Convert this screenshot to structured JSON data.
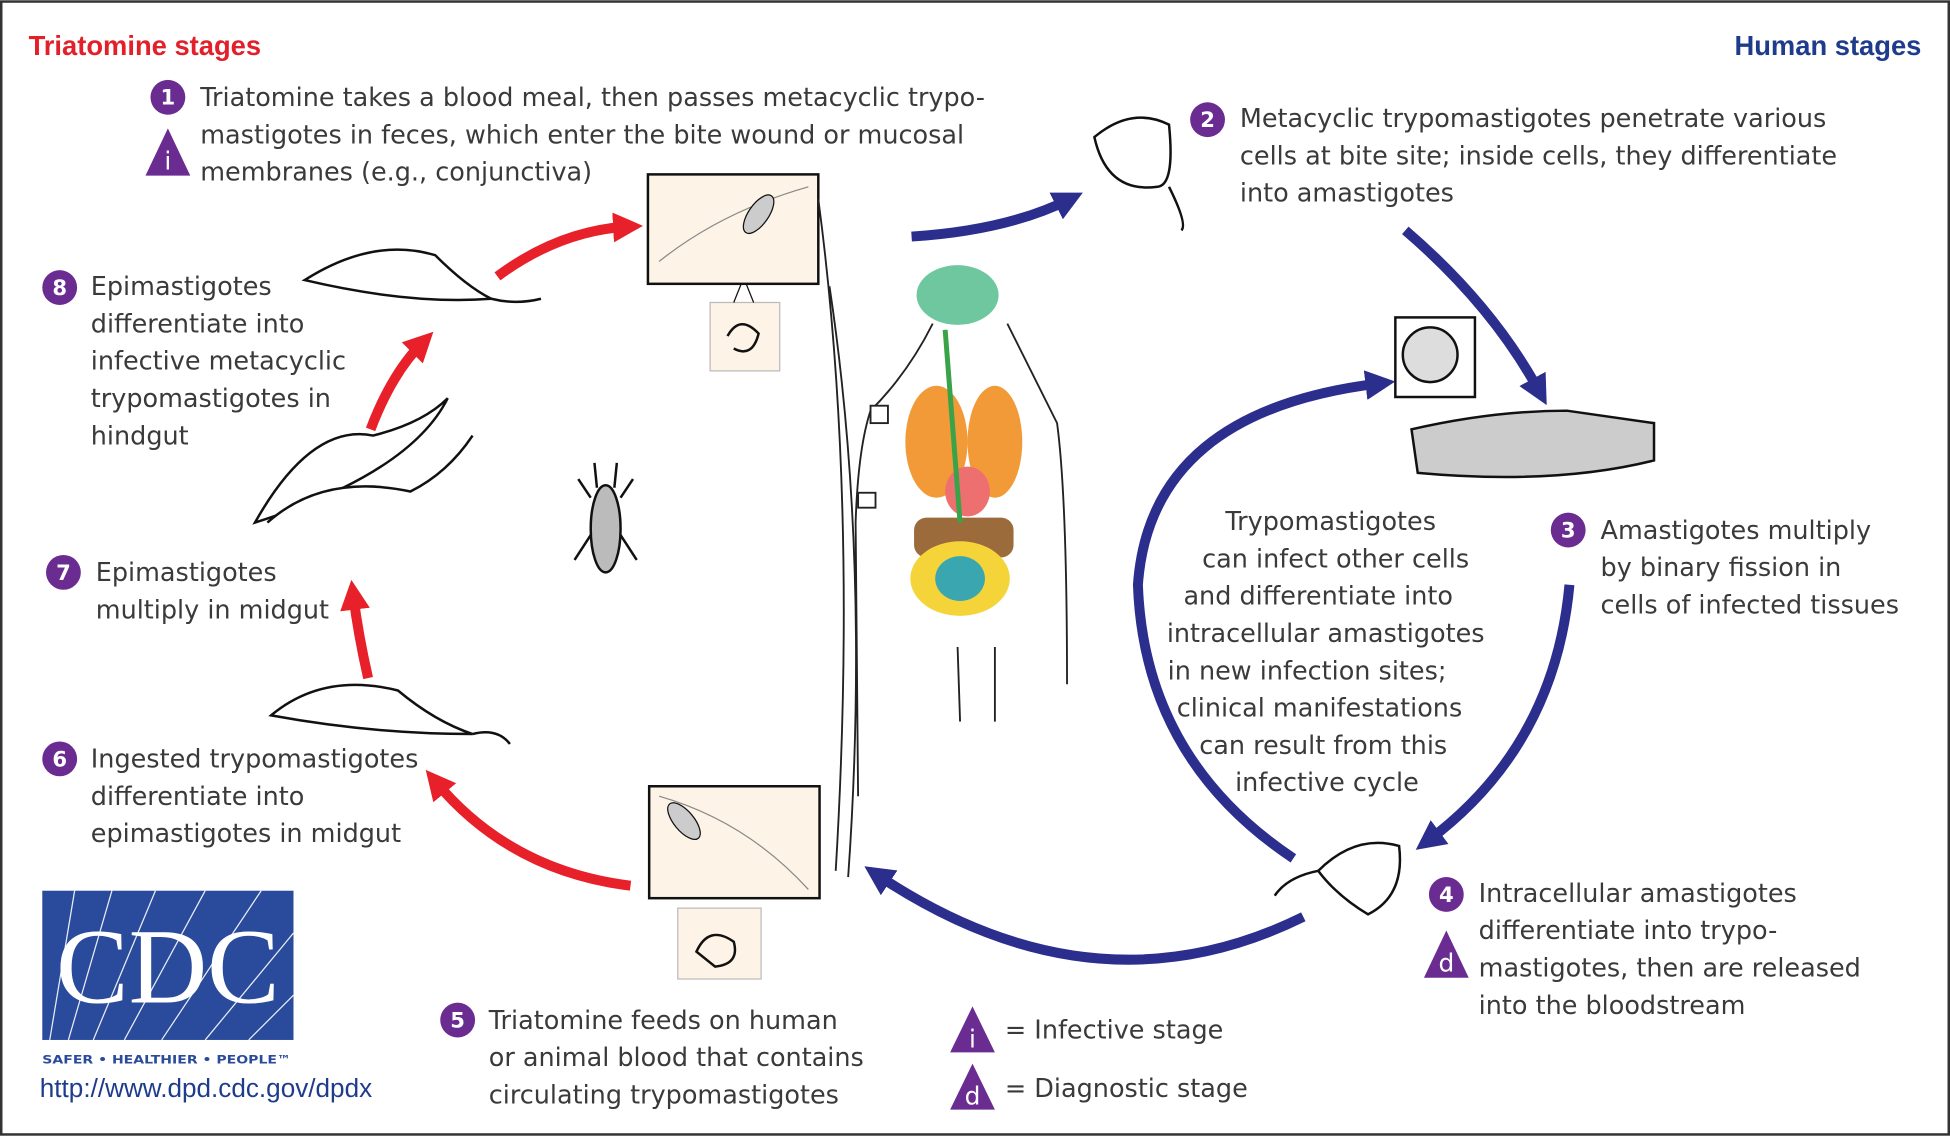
{
  "headers": {
    "triatomine": "Triatomine stages",
    "human": "Human stages"
  },
  "colors": {
    "triatomine": "#e3202a",
    "human": "#1f3c8c",
    "step_badge": "#6a2c91",
    "red_arrow": "#e8202a",
    "blue_arrow": "#2b2e8c"
  },
  "steps": [
    {
      "number": "1",
      "marker": "i",
      "lines": [
        "Triatomine takes a blood meal, then passes metacyclic trypo-",
        "mastigotes in feces, which enter the bite wound or mucosal",
        "membranes (e.g., conjunctiva)"
      ]
    },
    {
      "number": "2",
      "lines": [
        "Metacyclic trypomastigotes penetrate various",
        "cells at bite site; inside cells, they differentiate",
        "into amastigotes"
      ]
    },
    {
      "number": "3",
      "lines": [
        "Amastigotes multiply",
        "by binary fission in",
        "cells of infected tissues"
      ]
    },
    {
      "number": "4",
      "marker": "d",
      "lines": [
        "Intracellular amastigotes",
        "differentiate into trypo-",
        "mastigotes, then are released",
        "into the bloodstream"
      ]
    },
    {
      "number": "5",
      "lines": [
        "Triatomine feeds on human",
        "or animal blood that contains",
        "circulating trypomastigotes"
      ]
    },
    {
      "number": "6",
      "lines": [
        "Ingested trypomastigotes",
        "differentiate into",
        "epimastigotes in midgut"
      ]
    },
    {
      "number": "7",
      "lines": [
        "Epimastigotes",
        "multiply in midgut"
      ]
    },
    {
      "number": "8",
      "lines": [
        "Epimastigotes",
        "differentiate into",
        "infective metacyclic",
        "trypomastigotes in",
        "hindgut"
      ]
    }
  ],
  "center_note": [
    "Trypomastigotes",
    "can infect other cells",
    "and differentiate into",
    "intracellular amastigotes",
    "in new infection sites;",
    "clinical manifestations",
    "can result from this",
    "infective cycle"
  ],
  "legend": [
    {
      "marker": "i",
      "label": "= Infective stage"
    },
    {
      "marker": "d",
      "label": "= Diagnostic stage"
    }
  ],
  "logo": {
    "text": "CDC",
    "slogan": "SAFER • HEALTHIER • PEOPLE™"
  },
  "url": "http://www.dpd.cdc.gov/dpdx"
}
